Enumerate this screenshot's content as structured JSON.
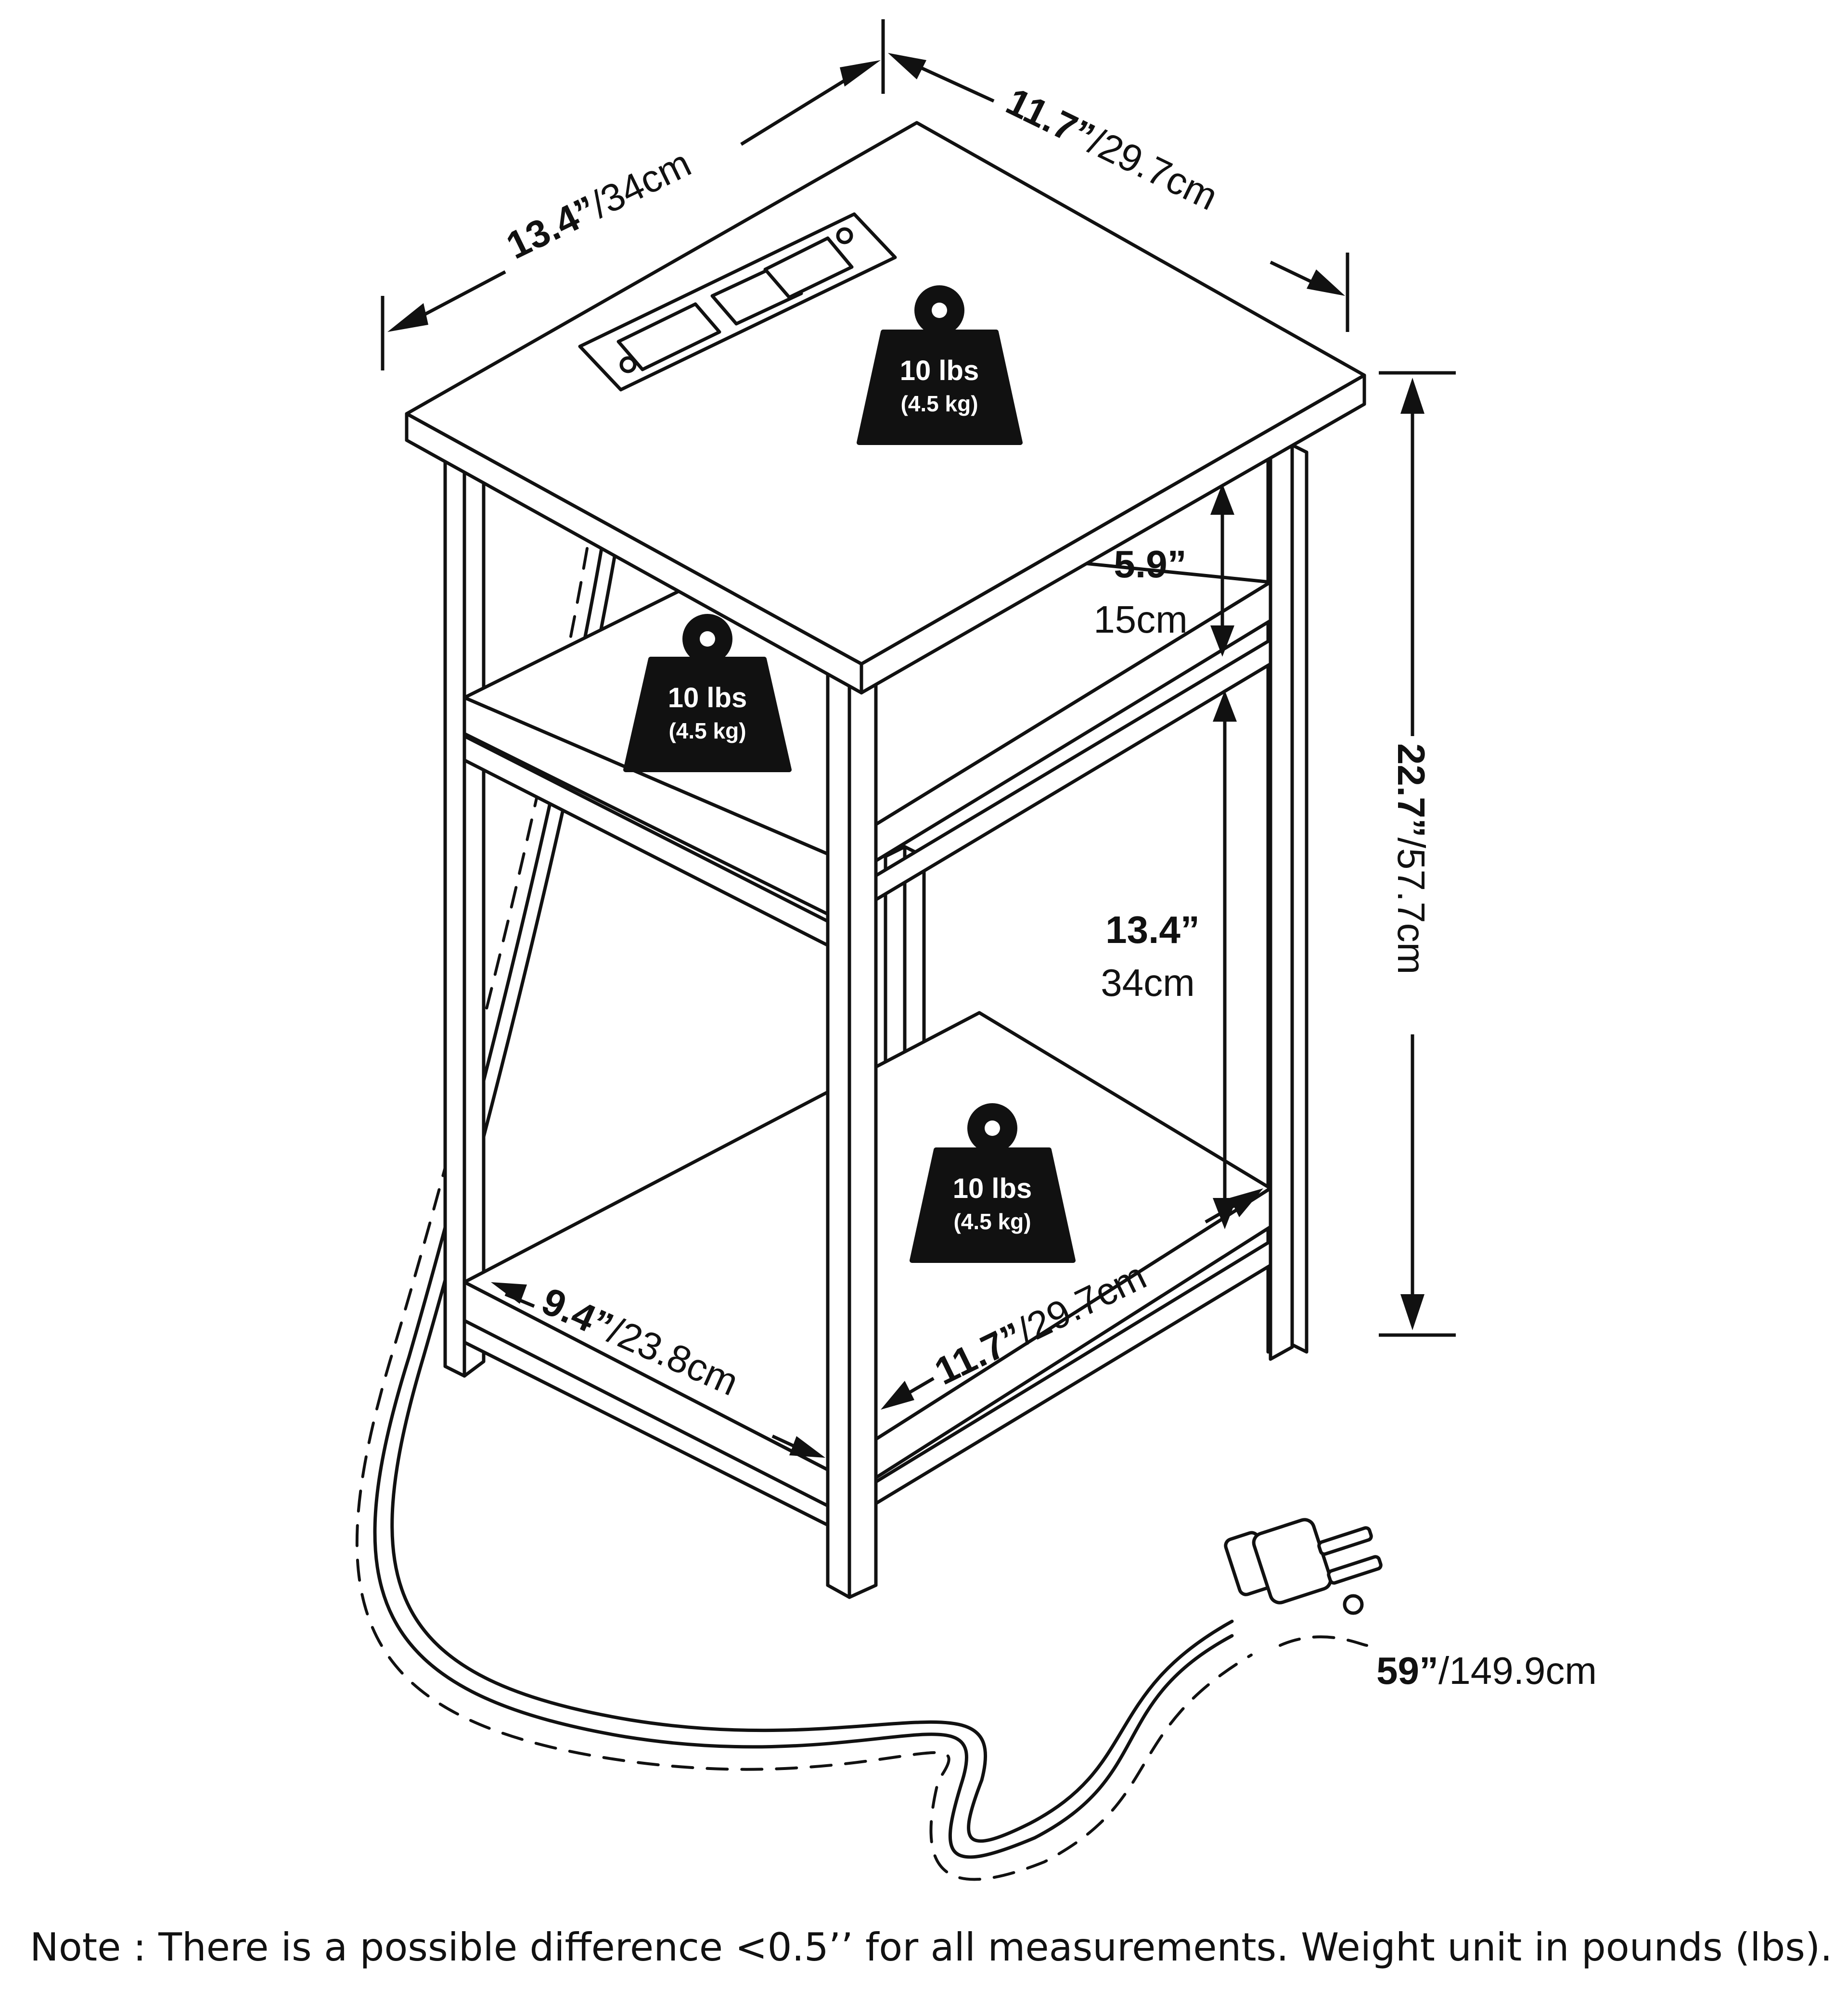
{
  "dimensions": {
    "top_width": {
      "inch": "13.4”",
      "metric": "/34cm"
    },
    "top_depth": {
      "inch": "11.7”",
      "metric": "/29.7cm"
    },
    "height": {
      "inch": "22.7”",
      "metric": "/57.7cm"
    },
    "upper_gap": {
      "inch": "5.9”",
      "metric": "15cm"
    },
    "lower_gap": {
      "inch": "13.4”",
      "metric": "34cm"
    },
    "shelf_width": {
      "inch": "9.4”",
      "metric": "/23.8cm"
    },
    "shelf_depth": {
      "inch": "11.7”",
      "metric": "/29.7cm"
    },
    "cord_length": {
      "inch": "59”",
      "metric": "/149.9cm"
    }
  },
  "weights": [
    {
      "name": "top",
      "lbs": "10 lbs",
      "kg": "(4.5 kg)"
    },
    {
      "name": "middle-shelf",
      "lbs": "10 lbs",
      "kg": "(4.5 kg)"
    },
    {
      "name": "bottom-shelf",
      "lbs": "10 lbs",
      "kg": "(4.5 kg)"
    }
  ],
  "note": "Note : There is a possible difference <0.5’’ for all measurements. Weight unit in pounds (lbs).",
  "icons": [
    "weight-icon",
    "power-strip-icon",
    "plug-icon"
  ]
}
